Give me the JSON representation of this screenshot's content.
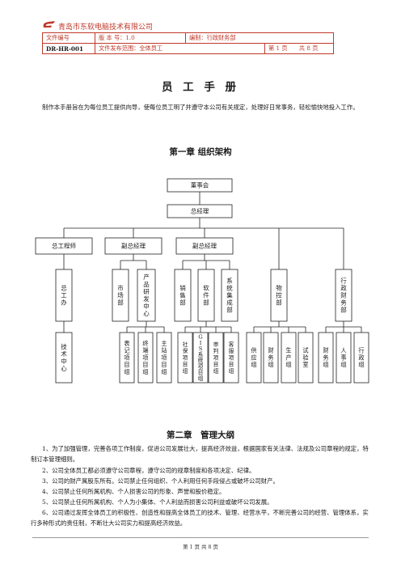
{
  "header": {
    "company": "青岛市东软电脑技术有限公司",
    "doc_no_label": "文件编号",
    "doc_no": "DR-HR-001",
    "version": "版 本 号：1.0",
    "author": "编制：行政财务部",
    "scope": "文件发布范围：全体员工",
    "page_info": "第 1 页　　共 8 页"
  },
  "title": "员 工 手 册",
  "intro": "制作本手册旨在为每位员工提供向导，使每位员工明了并遵守本公司有关规定，处理好日常事务，轻松愉快地投入工作。",
  "chapter1": "第一章 组织架构",
  "org": {
    "board": "董事会",
    "gm": "总经理",
    "chief_engineer": "总工程师",
    "vgm1": "副总经理",
    "vgm2": "副总经理",
    "depts": [
      "总工办",
      "市场部",
      "产品研发中心",
      "销售部",
      "软件部",
      "系统集成部",
      "物控部",
      "行政财务部"
    ],
    "tech_center": "技术中心",
    "rd_groups": [
      "表记项目组",
      "终端项目组",
      "主站项目组"
    ],
    "soft_groups": [
      "社保项目组",
      "GIS系统项目组",
      "审判项目组",
      "客服项目组"
    ],
    "mat_groups": [
      "供应组",
      "财务组",
      "生产组",
      "试验室"
    ],
    "admin_groups": [
      "财务组",
      "人事组",
      "行政组"
    ]
  },
  "chapter2": "第二章　管理大纲",
  "rules": [
    "1、为了加强管理，完善各项工作制度，促进公司发展壮大，提高经济效益，根据国家有关法律、法规及公司章程的规定，特制订本管理细则。",
    "2、公司全体员工都必须遵守公司章程，遵守公司的规章制度和各项决定、纪律。",
    "3、公司的财产属股东所有。公司禁止任何组织、个人利用任何手段侵占或破坏公司财产。",
    "4、公司禁止任何所属机构、个人损害公司的形象、声誉和股价稳定。",
    "5、公司禁止任何所属机构、个人为小集体、个人利益而损害公司利益或破坏公司发展。",
    "6、公司通过发挥全体员工的积极性、创造性和提高全体员工的技术、管理、经营水平，不断完善公司的经营、管理体系，实行多种形式的责任制，不断壮大公司实力和提高经济效益。"
  ],
  "footer": "第 1 页 共 8 页",
  "colors": {
    "accent": "#c0392b"
  }
}
